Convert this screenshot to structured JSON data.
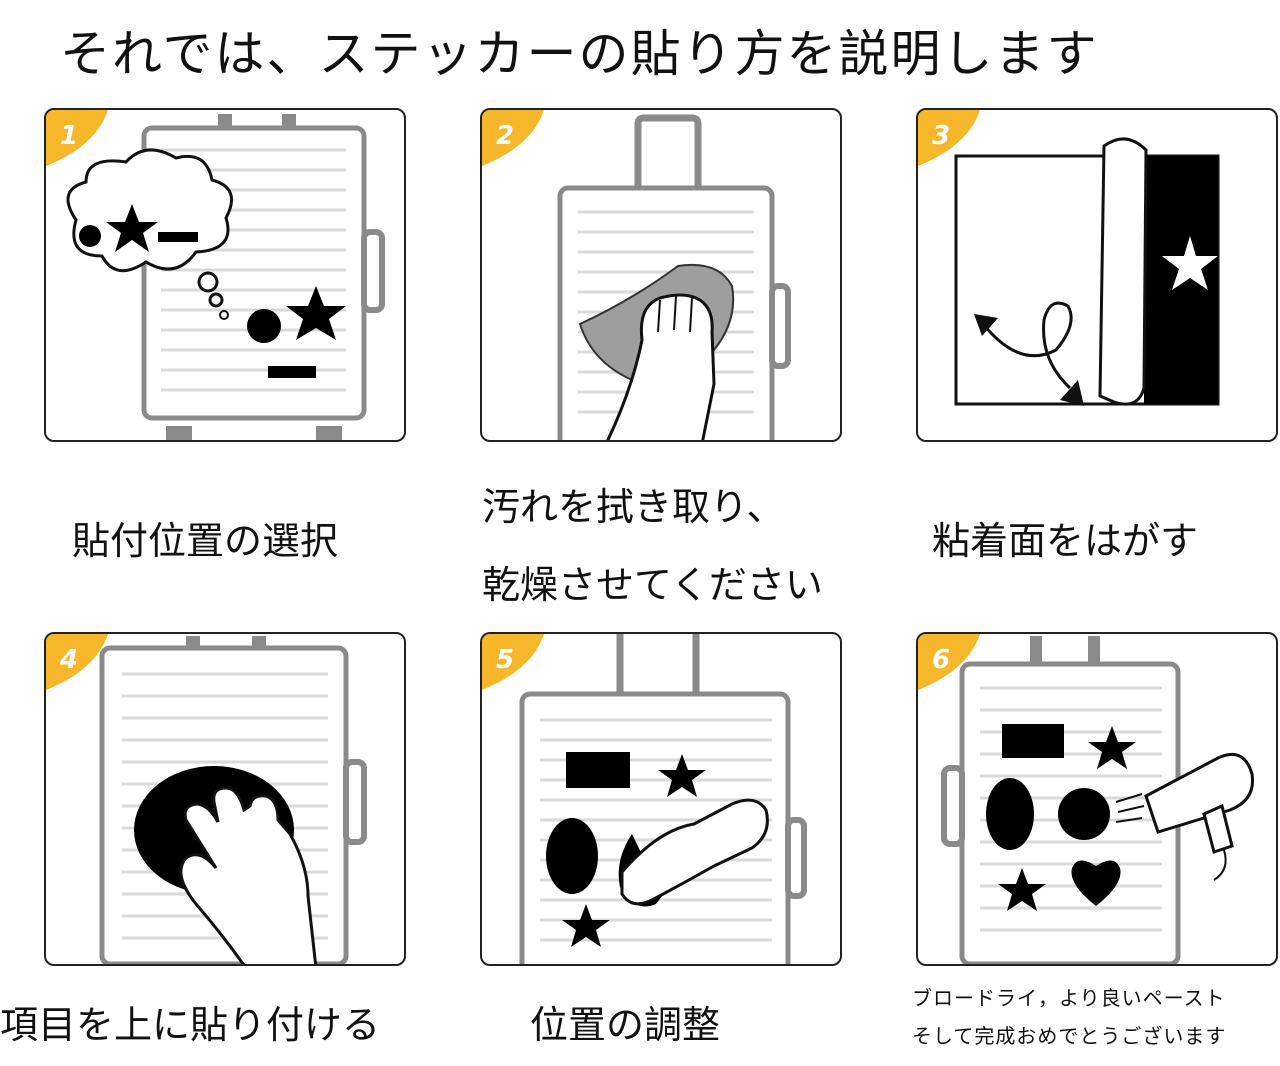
{
  "title": "それでは、ステッカーの貼り方を説明します",
  "steps": [
    {
      "number": "1",
      "caption": "貼付位置の選択"
    },
    {
      "number": "2",
      "caption_line1": "汚れを拭き取り、",
      "caption_line2": "乾燥させてください"
    },
    {
      "number": "3",
      "caption": "粘着面をはがす"
    },
    {
      "number": "4",
      "caption": "項目を上に貼り付ける"
    },
    {
      "number": "5",
      "caption": "位置の調整"
    },
    {
      "number": "6",
      "caption_line1": "ブロードライ，より良いペースト",
      "caption_line2": "そして完成おめでとうございます"
    }
  ],
  "colors": {
    "badge": "#F6B72A",
    "suitcase_frame": "#8A8A8A",
    "suitcase_stripe": "#D9D9D9",
    "sticker": "#000000",
    "border": "#222222"
  }
}
